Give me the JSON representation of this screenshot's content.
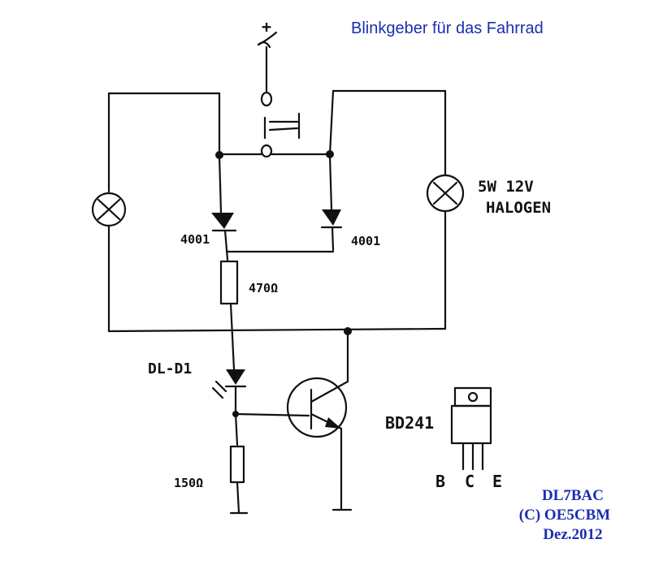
{
  "title": "Blinkgeber für das Fahrrad",
  "labels": {
    "diode_left": "4001",
    "diode_right": "4001",
    "resistor_top": "470Ω",
    "resistor_bottom": "150Ω",
    "led": "DL-D1",
    "lamp_rating": "5W 12V",
    "lamp_type": "HALOGEN",
    "transistor": "BD241",
    "pin_b": "B",
    "pin_c": "C",
    "pin_e": "E",
    "supply": "+"
  },
  "credits": {
    "line1": "DL7BAC",
    "line2": "(C) OE5CBM",
    "line3": "Dez.2012"
  },
  "colors": {
    "ink": "#111111",
    "title_blue": "#1a2fb0"
  }
}
